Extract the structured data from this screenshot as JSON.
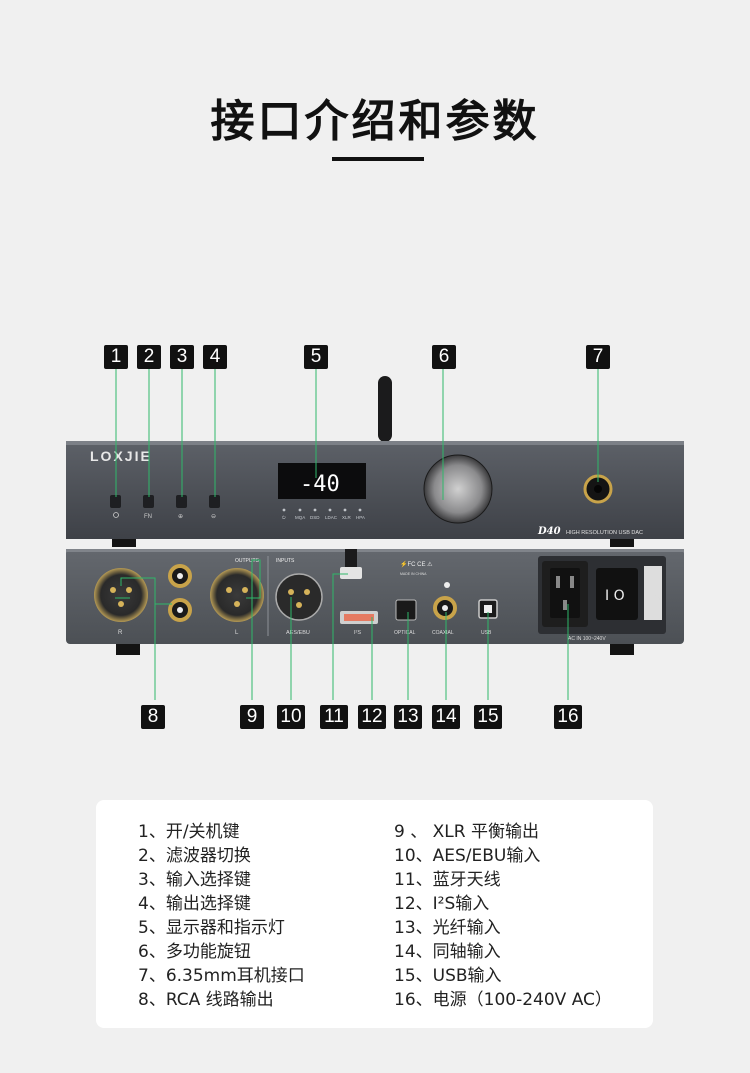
{
  "title": "接口介绍和参数",
  "device": {
    "brand": "LOXJIE",
    "display_value": "-40",
    "model": "D40",
    "model_desc": "HIGH RESOLUTION USB DAC",
    "front_button_labels": [
      "FN"
    ],
    "indicator_labels": [
      "MQA",
      "DSD",
      "LDAC",
      "XLR",
      "HPA"
    ],
    "rear_labels": {
      "outputs": "OUTPUTS",
      "inputs": "INPUTS",
      "r": "R",
      "l": "L",
      "aes": "AES/EBU",
      "i2s": "I²S",
      "optical": "OPTICAL",
      "coaxial": "COAXIAL",
      "usb": "USB",
      "ac": "AC IN 100~240V",
      "made": "MADE IN CHINA"
    }
  },
  "badges": [
    "1",
    "2",
    "3",
    "4",
    "5",
    "6",
    "7",
    "8",
    "9",
    "10",
    "11",
    "12",
    "13",
    "14",
    "15",
    "16"
  ],
  "legend_left": [
    "1、开/关机键",
    "2、滤波器切换",
    "3、输入选择键",
    "4、输出选择键",
    "5、显示器和指示灯",
    "6、多功能旋钮",
    "7、6.35mm耳机接口",
    "8、RCA 线路输出"
  ],
  "legend_right": [
    "9 、 XLR 平衡输出",
    "10、AES/EBU输入",
    "11、蓝牙天线",
    "12、I²S输入",
    "13、光纤输入",
    "14、同轴输入",
    "15、USB输入",
    "16、电源（100-240V AC）"
  ]
}
